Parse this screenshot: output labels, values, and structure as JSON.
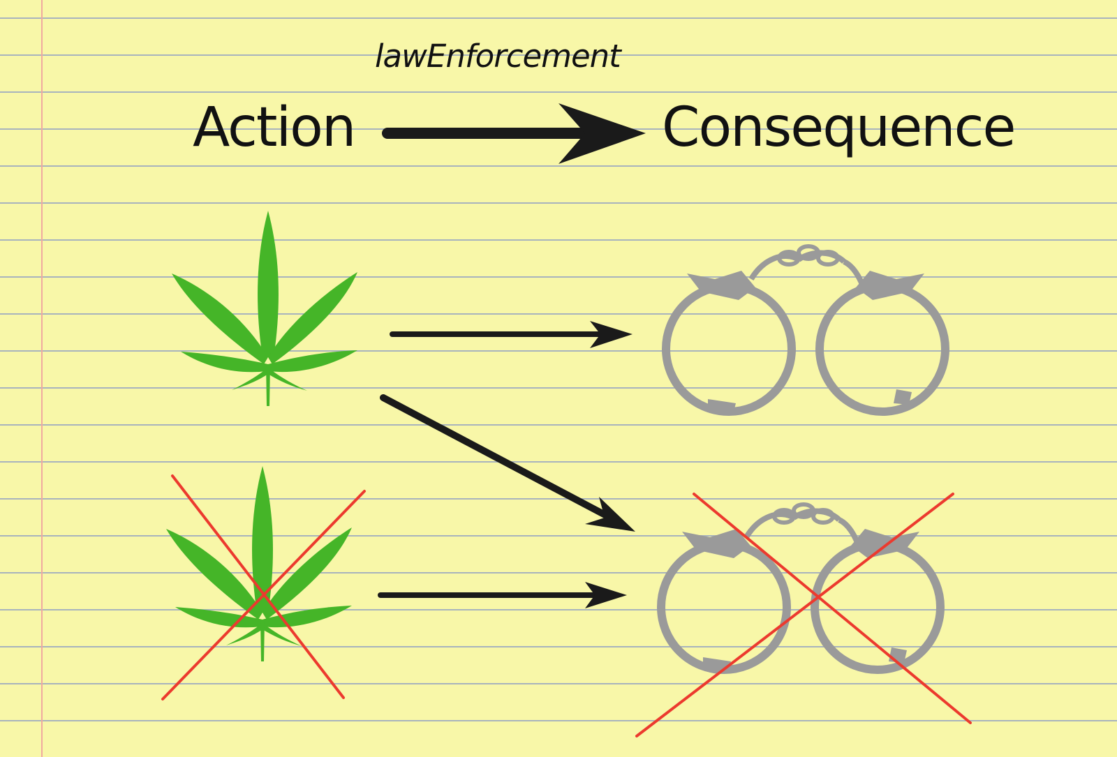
{
  "diagram": {
    "relation_label": "lawEnforcement",
    "action_heading": "Action",
    "consequence_heading": "Consequence"
  },
  "rows": [
    {
      "action": "cannabis-leaf",
      "action_crossed": false,
      "consequence": "handcuffs",
      "consequence_crossed": false
    },
    {
      "action": "cannabis-leaf",
      "action_crossed": true,
      "consequence": "handcuffs",
      "consequence_crossed": true
    }
  ],
  "colors": {
    "paper": "#f8f7a8",
    "rule_line": "#a8b3bd",
    "margin_line": "#f0a9a0",
    "leaf": "#45b528",
    "handcuffs": "#9a9a9a",
    "arrow": "#1a1a1a",
    "cross": "#ec3a2e"
  }
}
